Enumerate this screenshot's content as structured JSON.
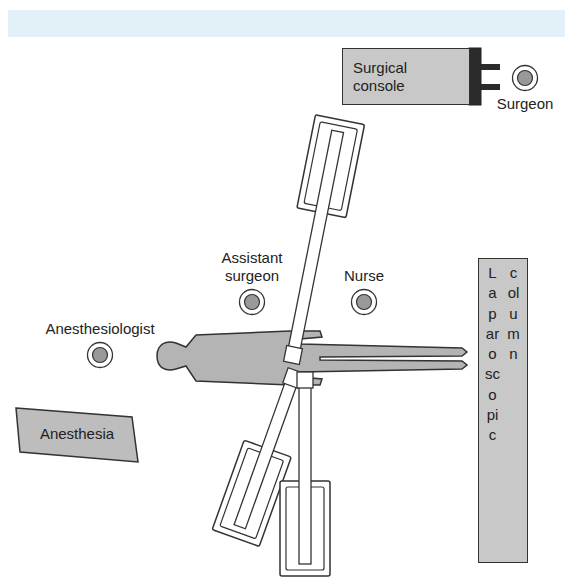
{
  "diagram": {
    "nodes": [
      {
        "text": [
          "Surgical console"
        ]
      },
      {
        "text": [
          "Surgeon"
        ]
      },
      {
        "text": [
          "Assistant surgeon"
        ]
      },
      {
        "text": [
          "Nurse"
        ]
      },
      {
        "text": [
          "Anesthesiologist"
        ]
      },
      {
        "text": [
          "Laparoscopic",
          "column"
        ]
      },
      {
        "text": [
          "Anesthesia"
        ]
      }
    ],
    "edges": []
  }
}
